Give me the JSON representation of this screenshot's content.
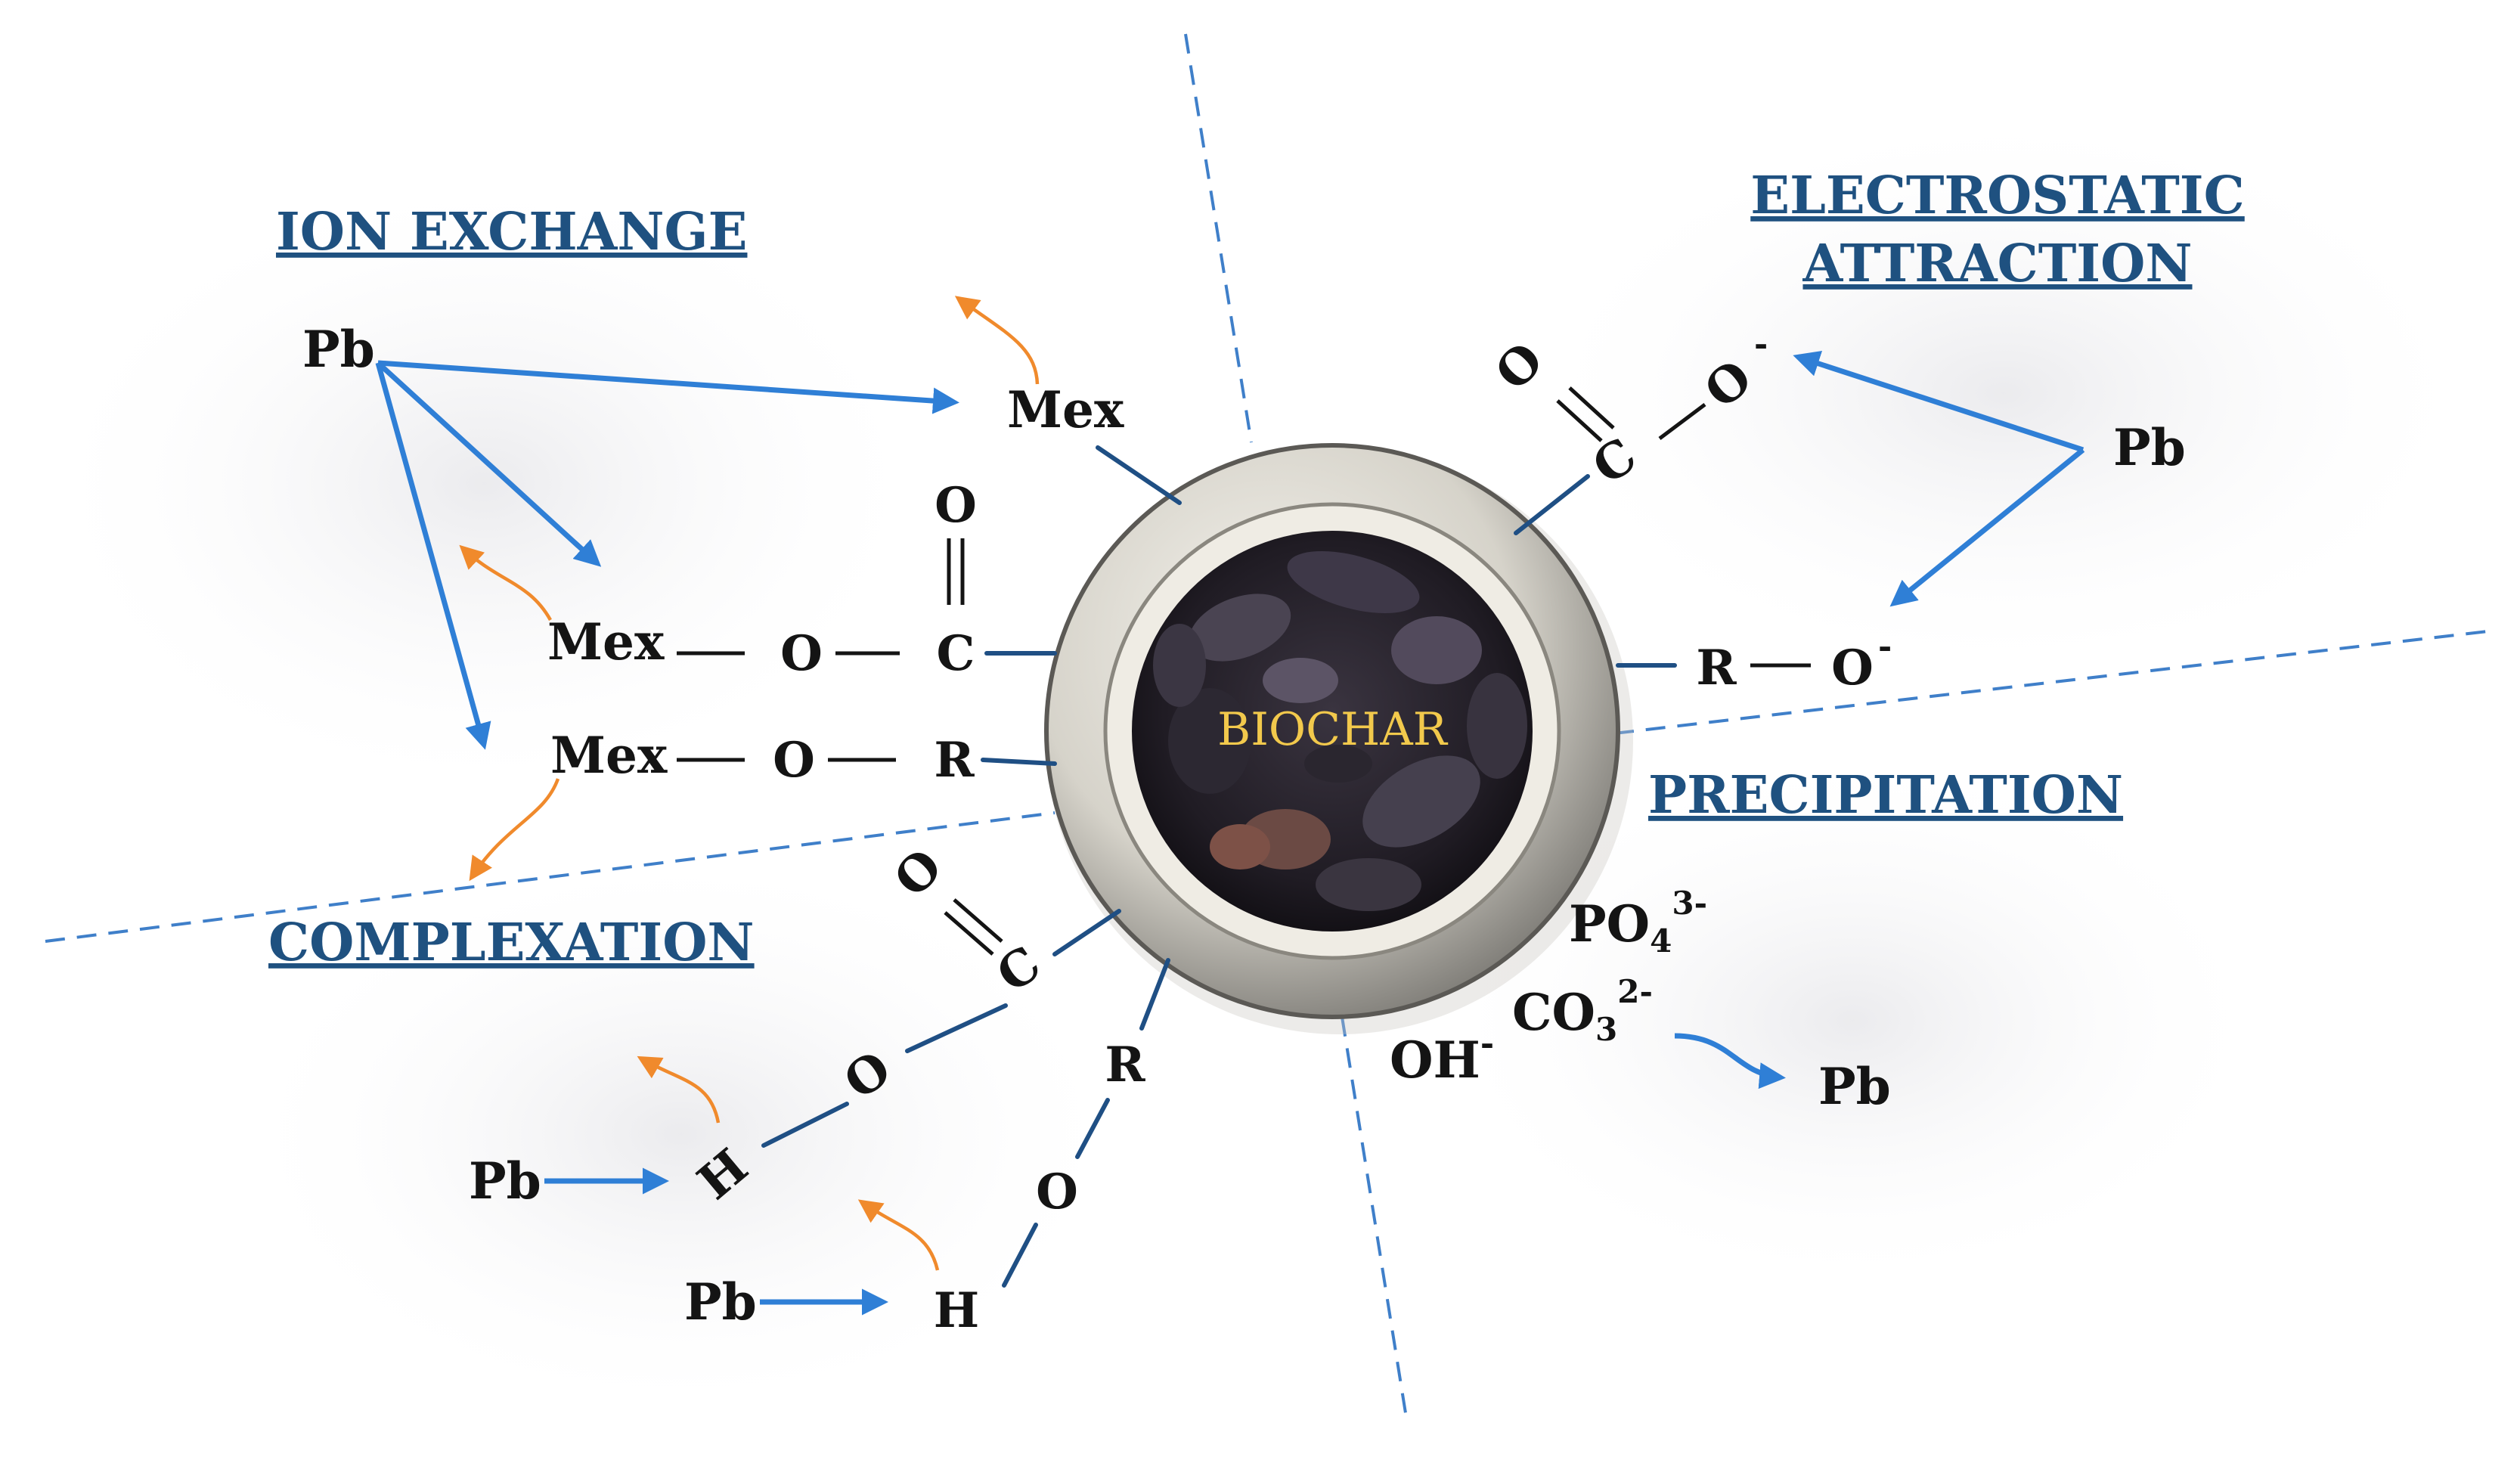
{
  "core": {
    "label": "BIOCHAR"
  },
  "titles": {
    "ion_exchange": "ION EXCHANGE",
    "electrostatic_line1": "ELECTROSTATIC",
    "electrostatic_line2": "ATTRACTION",
    "precipitation": "PRECIPITATION",
    "complexation": "COMPLEXATION"
  },
  "ion_exchange": {
    "pb": "Pb",
    "mex_top": "Mex",
    "mex_mid": "Mex",
    "mex_low": "Mex",
    "o_mid": "O",
    "c_mid": "C",
    "o_carbonyl": "O",
    "o_low": "O",
    "r_low": "R"
  },
  "electrostatic": {
    "pb": "Pb",
    "o_carbonyl": "O",
    "c": "C",
    "o_minus": "O",
    "minus": "-",
    "r": "R",
    "o_minus_2": "O",
    "minus_2": "-"
  },
  "precipitation": {
    "po": "PO",
    "po_sub": "4",
    "po_sup": "3-",
    "co": "CO",
    "co_sub": "3",
    "co_sup": "2-",
    "oh": "OH",
    "oh_sup": "-",
    "pb": "Pb"
  },
  "complexation": {
    "o_carbonyl": "O",
    "c": "C",
    "o_acid": "O",
    "h_acid": "H",
    "pb_acid": "Pb",
    "r": "R",
    "o_hydroxyl": "O",
    "h_hydroxyl": "H",
    "pb_hydroxyl": "Pb"
  },
  "colors": {
    "title": "#1f5180",
    "arrow_blue": "#2f7fd6",
    "arrow_orange": "#f08a2c",
    "core_label": "#f2c94c",
    "divider": "#3f7fc9"
  }
}
